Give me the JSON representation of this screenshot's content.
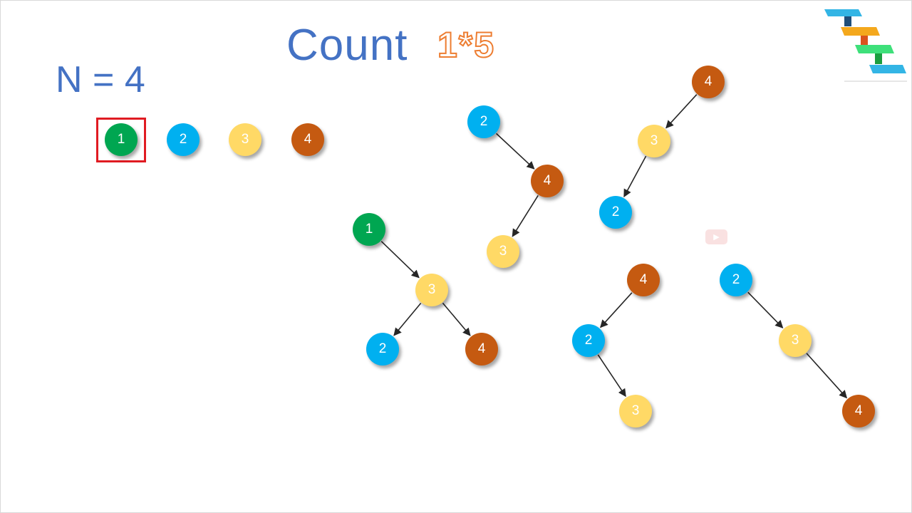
{
  "title": "Count",
  "formula": "1*5",
  "n_label": "N = 4",
  "colors": {
    "title": "#4472c4",
    "formula": "#ed7d31",
    "node1": "#00a651",
    "node2": "#00b0f0",
    "node3": "#ffd966",
    "node4": "#c55a11",
    "highlight": "#e01b22"
  },
  "sequence": [
    {
      "label": "1",
      "color": "node1",
      "selected": true
    },
    {
      "label": "2",
      "color": "node2",
      "selected": false
    },
    {
      "label": "3",
      "color": "node3",
      "selected": false
    },
    {
      "label": "4",
      "color": "node4",
      "selected": false
    }
  ],
  "trees": [
    {
      "nodes": [
        "1",
        "3",
        "2",
        "4"
      ],
      "edges": [
        [
          "1",
          "3"
        ],
        [
          "3",
          "2"
        ],
        [
          "3",
          "4"
        ]
      ]
    },
    {
      "nodes": [
        "2",
        "4",
        "3"
      ],
      "edges": [
        [
          "2",
          "4"
        ],
        [
          "4",
          "3"
        ]
      ]
    },
    {
      "nodes": [
        "4",
        "3",
        "2"
      ],
      "edges": [
        [
          "4",
          "3"
        ],
        [
          "3",
          "2"
        ]
      ]
    },
    {
      "nodes": [
        "4",
        "2",
        "3"
      ],
      "edges": [
        [
          "4",
          "2"
        ],
        [
          "2",
          "3"
        ]
      ]
    },
    {
      "nodes": [
        "2",
        "3",
        "4"
      ],
      "edges": [
        [
          "2",
          "3"
        ],
        [
          "3",
          "4"
        ]
      ]
    }
  ],
  "icons": {
    "video": "youtube-play-icon",
    "brand": "stairs-logo-icon"
  }
}
